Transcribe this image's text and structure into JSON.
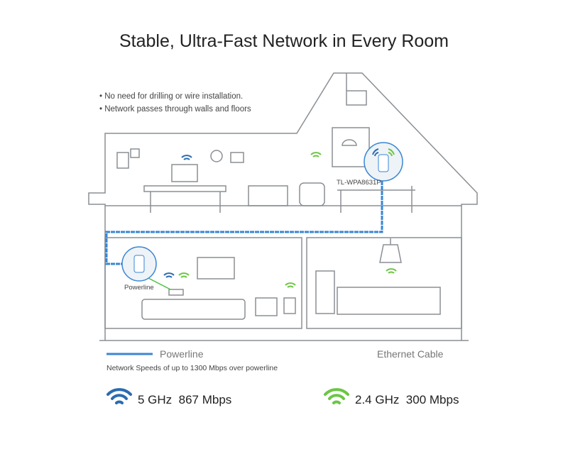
{
  "title": "Stable, Ultra-Fast Network in Every Room",
  "bullets": [
    "• No need for drilling or wire installation.",
    "• Network passes through walls and floors"
  ],
  "device_labels": {
    "upstairs": "TL-WPA8631P",
    "downstairs": "Powerline"
  },
  "legend": {
    "powerline": "Powerline",
    "ethernet": "Ethernet Cable",
    "powerline_note": "Network Speeds of up to 1300 Mbps over powerline"
  },
  "bands": [
    {
      "label": "5 GHz  867 Mbps",
      "color": "#2b6cb0"
    },
    {
      "label": "2.4 GHz  300 Mbps",
      "color": "#6cc644"
    }
  ],
  "colors": {
    "powerline": "#3a86d4",
    "ethernet": "#4cc040",
    "outline": "#8a8f94"
  }
}
